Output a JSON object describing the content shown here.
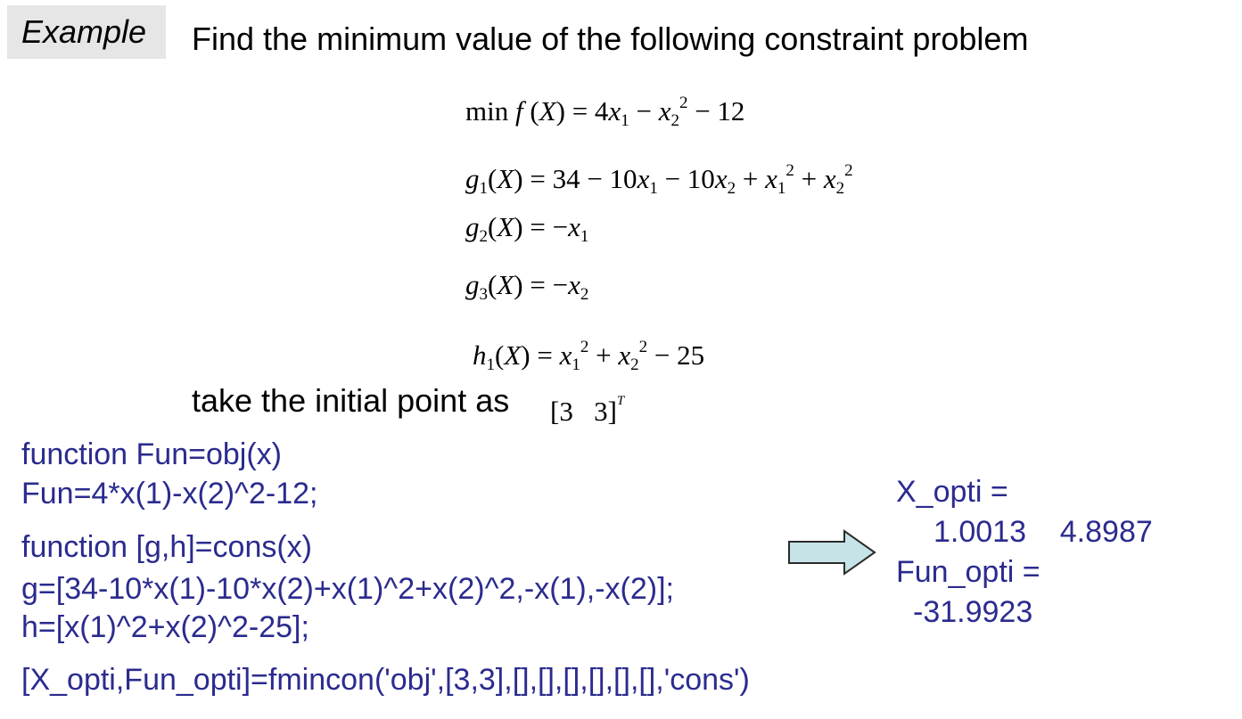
{
  "tag": "Example",
  "heading": "Find the minimum value of the following constraint problem",
  "initial_point_label": "take the initial point as",
  "initial_point": {
    "a": "3",
    "b": "3",
    "sup": "T"
  },
  "code_lines": [
    "function Fun=obj(x)",
    "Fun=4*x(1)-x(2)^2-12;",
    "function [g,h]=cons(x)",
    "g=[34-10*x(1)-10*x(2)+x(1)^2+x(2)^2,-x(1),-x(2)];",
    "h=[x(1)^2+x(2)^2-25];",
    "[X_opti,Fun_opti]=fmincon('obj',[3,3],[],[],[],[],[],[],'cons')"
  ],
  "results": {
    "x_label": "X_opti =",
    "x_values": "1.0013    4.8987",
    "fun_label": "Fun_opti =",
    "fun_value": "-31.9923"
  },
  "colors": {
    "code": "#2b2b8f",
    "tag_bg": "#e6e6e6",
    "arrow_fill": "#c6e3e7"
  }
}
